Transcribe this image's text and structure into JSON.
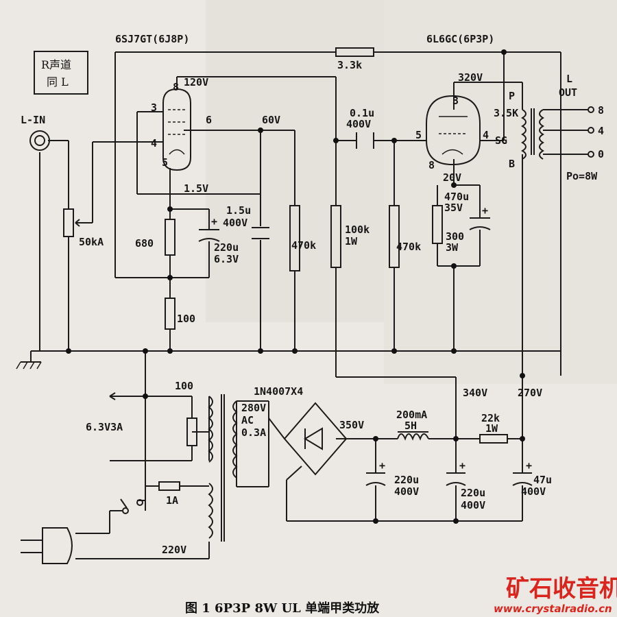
{
  "labels": {
    "tube1": "6SJ7GT(6J8P)",
    "tube2": "6L6GC(6P3P)",
    "r_feedback": "3.3k",
    "r_channel_note": "R声道\n同 L",
    "input": "L-IN",
    "pin8_v1": "120V",
    "pin6_v1": "60V",
    "cathode_v1": "1.5V",
    "c_coupling": "0.1u",
    "c_coupling_v": "400V",
    "r_680": "680",
    "c_cath1": "1.5u",
    "c_cath1_v": "400V",
    "c_cath1b": "220u",
    "c_cath1b_v": "6.3V",
    "pot": "50kA",
    "r_grid2": "470k",
    "r_plate": "100k",
    "r_plate_w": "1W",
    "r_grid_out": "470k",
    "r_100": "100",
    "plate_v2": "320V",
    "ot_p": "P",
    "ot_imp": "3.5K",
    "ot_sg": "SG",
    "ot_b": "B",
    "out_label": "L",
    "out_label2": "OUT",
    "tap8": "8",
    "tap4": "4",
    "tap0": "0",
    "po": "Po=8W",
    "cathode_v2": "20V",
    "c_cath2": "470u",
    "c_cath2_v": "35V",
    "r_cath2": "300",
    "r_cath2_w": "3W",
    "pin3": "3",
    "pin4": "4",
    "pin5": "5",
    "pin6": "6",
    "pin8": "8",
    "t2pin3": "3",
    "t2pin5": "5",
    "t2pin4": "4",
    "t2pin8": "8",
    "hum_pot": "100",
    "heater": "6.3V3A",
    "hv_ac": "280V",
    "hv_ac2": "AC",
    "hv_cur": "0.3A",
    "bridge": "1N4007X4",
    "b_plus": "350V",
    "choke": "200mA",
    "choke_h": "5H",
    "r_dropper": "22k",
    "r_dropper_w": "1W",
    "v_340": "340V",
    "v_270": "270V",
    "c_filter1": "220u",
    "c_filter1_v": "400V",
    "c_filter2": "220u",
    "c_filter2_v": "400V",
    "c_filter3": "47u",
    "c_filter3_v": "400V",
    "fuse": "1A",
    "mains": "220V"
  },
  "caption": "图 1  6P3P 8W UL 单端甲类功放",
  "watermark": {
    "title": "矿石收音机",
    "url": "www.crystalradio.cn",
    "color": "#d9251d"
  }
}
